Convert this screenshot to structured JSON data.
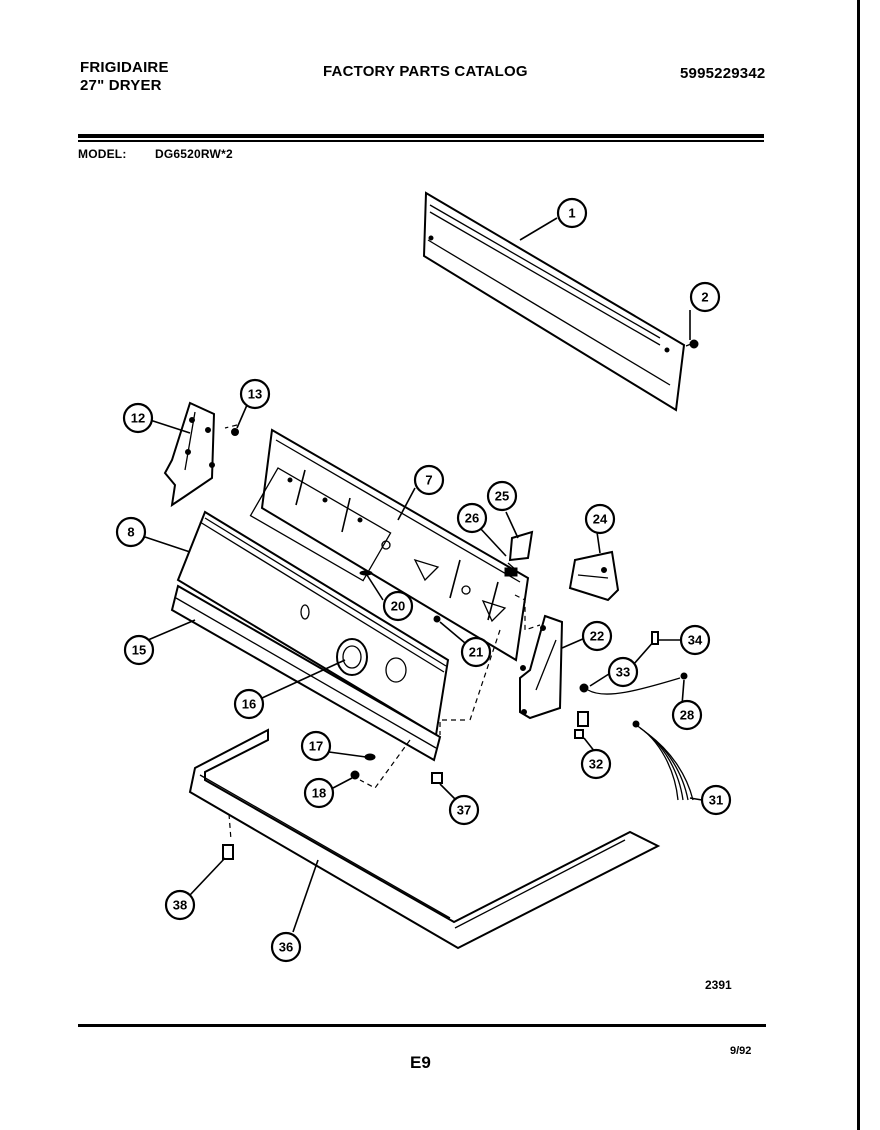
{
  "header": {
    "brand": "FRIGIDAIRE",
    "product": "27\" DRYER",
    "catalog_title": "FACTORY PARTS CATALOG",
    "part_number": "5995229342",
    "model_label": "MODEL:",
    "model_value": "DG6520RW*2"
  },
  "diagram": {
    "diagram_number": "2391",
    "callouts": [
      "1",
      "2",
      "7",
      "8",
      "12",
      "13",
      "15",
      "16",
      "17",
      "18",
      "20",
      "21",
      "22",
      "24",
      "25",
      "26",
      "28",
      "31",
      "32",
      "33",
      "34",
      "36",
      "37",
      "38"
    ]
  },
  "footer": {
    "page_id": "E9",
    "date": "9/92"
  }
}
